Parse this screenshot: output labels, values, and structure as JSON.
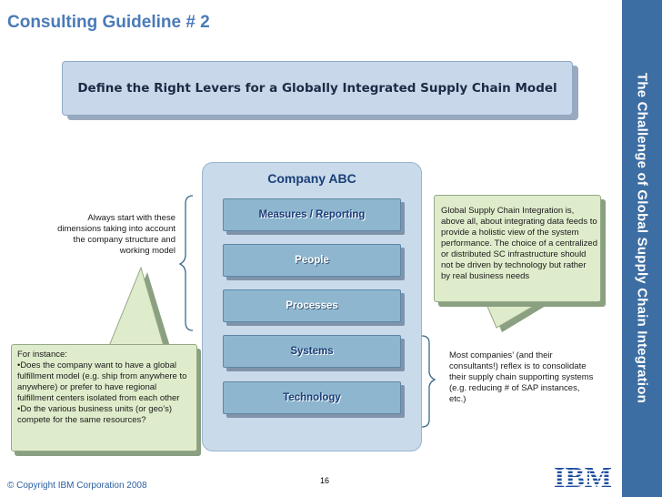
{
  "slide": {
    "title": "Consulting Guideline # 2",
    "vertical_title": "The Challenge of Global Supply Chain Integration",
    "banner": "Define the Right Levers for a Globally Integrated Supply Chain Model",
    "company": {
      "title": "Company ABC",
      "levers": [
        "Measures / Reporting",
        "People",
        "Processes",
        "Systems",
        "Technology"
      ]
    },
    "left_note": "Always start with these dimensions taking into account the company structure and working model",
    "callout_left": {
      "lines": [
        "For instance:",
        "•Does the company want to have a global fulfillment model (e.g. ship from anywhere to anywhere) or prefer to have regional fulfillment centers isolated from each other",
        "•Do the various business units (or geo’s) compete for the same resources?"
      ]
    },
    "callout_right": "Global Supply Chain Integration is, above all, about integrating data feeds to provide a holistic view of the system performance. The choice of a centralized or distributed SC infrastructure should not be driven by technology but rather by real business needs",
    "right_note": "Most companies’ (and their consultants!) reflex is to consolidate their supply chain supporting systems (e.g. reducing # of SAP instances, etc.)",
    "footer": "© Copyright IBM Corporation 2008",
    "page_number": "16",
    "logo": "IBM"
  },
  "colors": {
    "title": "#4a7ab8",
    "right_band": "#3d6ea3",
    "banner_fill": "#c8d8ea",
    "company_box": "#c9dbea",
    "lever_fill": "#8eb6cf",
    "callout_fill": "#dfeccb",
    "bracket": "#3a6a8a"
  }
}
